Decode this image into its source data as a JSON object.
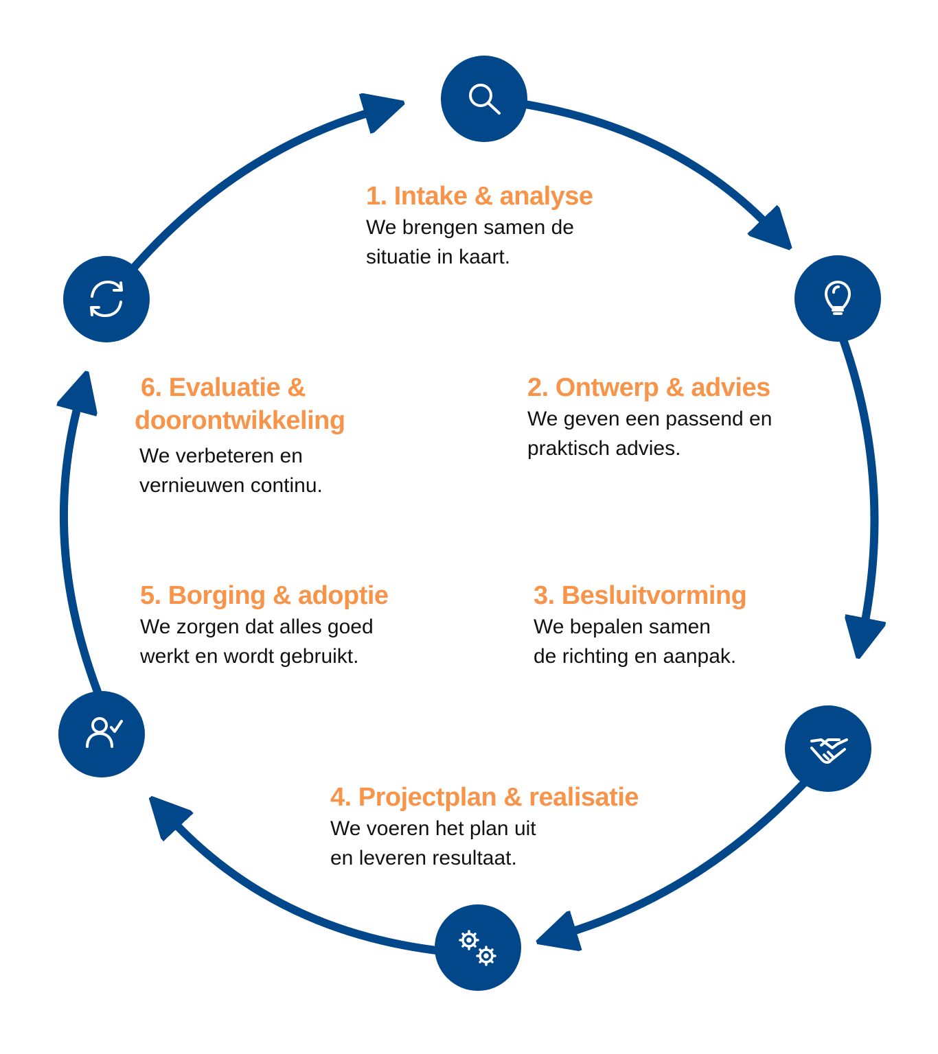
{
  "colors": {
    "primary": "#03478b",
    "accent": "#f7944a",
    "text": "#111111"
  },
  "steps": [
    {
      "title": "1. Intake & analyse",
      "lines": [
        "We brengen samen de",
        "situatie in kaart."
      ],
      "icon": "search-icon"
    },
    {
      "title": "2. Ontwerp & advies",
      "lines": [
        "We geven een passend en",
        "praktisch advies."
      ],
      "icon": "lightbulb-icon"
    },
    {
      "title": "3. Besluitvorming",
      "lines": [
        "We bepalen samen",
        "de richting en aanpak."
      ],
      "icon": "handshake-icon"
    },
    {
      "title": "4. Projectplan & realisatie",
      "lines": [
        "We voeren het plan uit",
        "en leveren resultaat."
      ],
      "icon": "gears-icon"
    },
    {
      "title": "5. Borging & adoptie",
      "lines": [
        "We zorgen dat alles goed",
        "werkt en wordt gebruikt."
      ],
      "icon": "user-check-icon"
    },
    {
      "title_lines": [
        "6. Evaluatie &",
        "doorontwikkeling"
      ],
      "lines": [
        "We verbeteren en",
        "vernieuwen continu."
      ],
      "icon": "refresh-icon"
    }
  ]
}
